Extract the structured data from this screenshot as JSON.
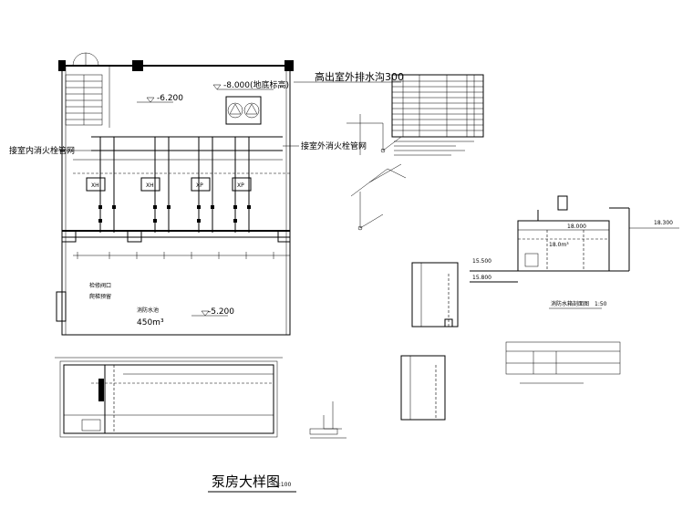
{
  "plan": {
    "label_drain": "高出室外排水沟300",
    "label_level_top": "-8.000(地底标高)",
    "label_level_mid": "-6.200",
    "label_conn_indoor": "接室内消火栓管网",
    "label_conn_outdoor": "接室外消火栓管网",
    "label_tank_name": "消防水池",
    "label_tank_volume": "450m³",
    "label_tank_level": "-5.200",
    "label_inspect": "检修阀口",
    "label_ladder": "爬梯预留",
    "pumps": [
      "XH",
      "XH",
      "XP",
      "XP"
    ]
  },
  "section": {
    "label_level": "18.000",
    "label_volume": "18.0m³",
    "label_title": "消防水箱剖面图",
    "label_scale": "1:50",
    "label_left_a": "15.500",
    "label_left_b": "15.800",
    "label_right": "18.300"
  },
  "title": {
    "main": "泵房大样图",
    "scale": "1:100"
  }
}
